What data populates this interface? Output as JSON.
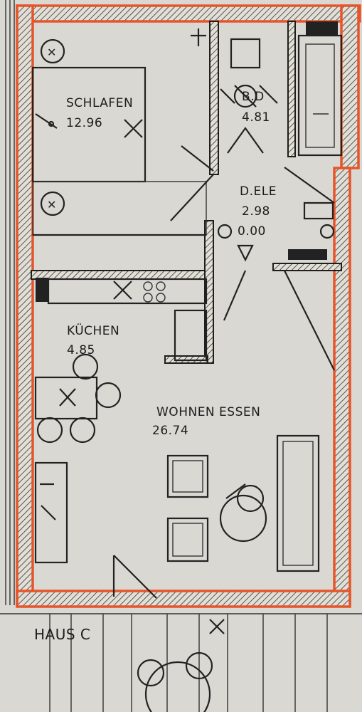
{
  "rooms": {
    "schlafen": {
      "name": "SCHLAFEN",
      "area": "12.96"
    },
    "bad": {
      "name": "B.D",
      "area": "4.81"
    },
    "diele": {
      "name": "D.ELE",
      "area": "2.98"
    },
    "kuechen": {
      "name": "KÜCHEN",
      "area": "4.85"
    },
    "wohnen": {
      "name": "WOHNEN ESSEN",
      "area": "26.74"
    }
  },
  "elevation": "0.00",
  "house_label": "HAUS C",
  "colors": {
    "outline": "#e8542a",
    "paper": "#d9d8d2",
    "ink": "#1e1e1e"
  }
}
